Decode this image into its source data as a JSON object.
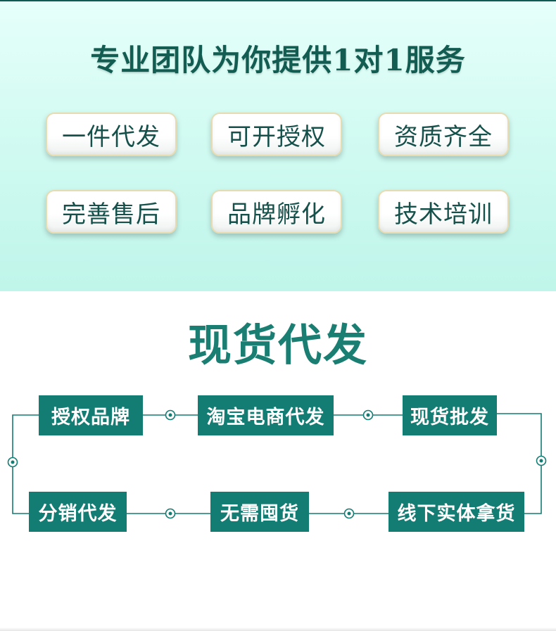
{
  "top": {
    "title": "专业团队为你提供1对1服务",
    "services": [
      "一件代发",
      "可开授权",
      "资质齐全",
      "完善售后",
      "品牌孵化",
      "技术培训"
    ]
  },
  "flow": {
    "title": "现货代发",
    "row1": [
      "授权品牌",
      "淘宝电商代发",
      "现货批发"
    ],
    "row2": [
      "分销代发",
      "无需囤货",
      "线下实体拿货"
    ]
  },
  "colors": {
    "teal": "#137c73",
    "dark_teal": "#125c52",
    "mint_bg": "#d2fbf2",
    "pill_border": "#e7dcb1"
  }
}
